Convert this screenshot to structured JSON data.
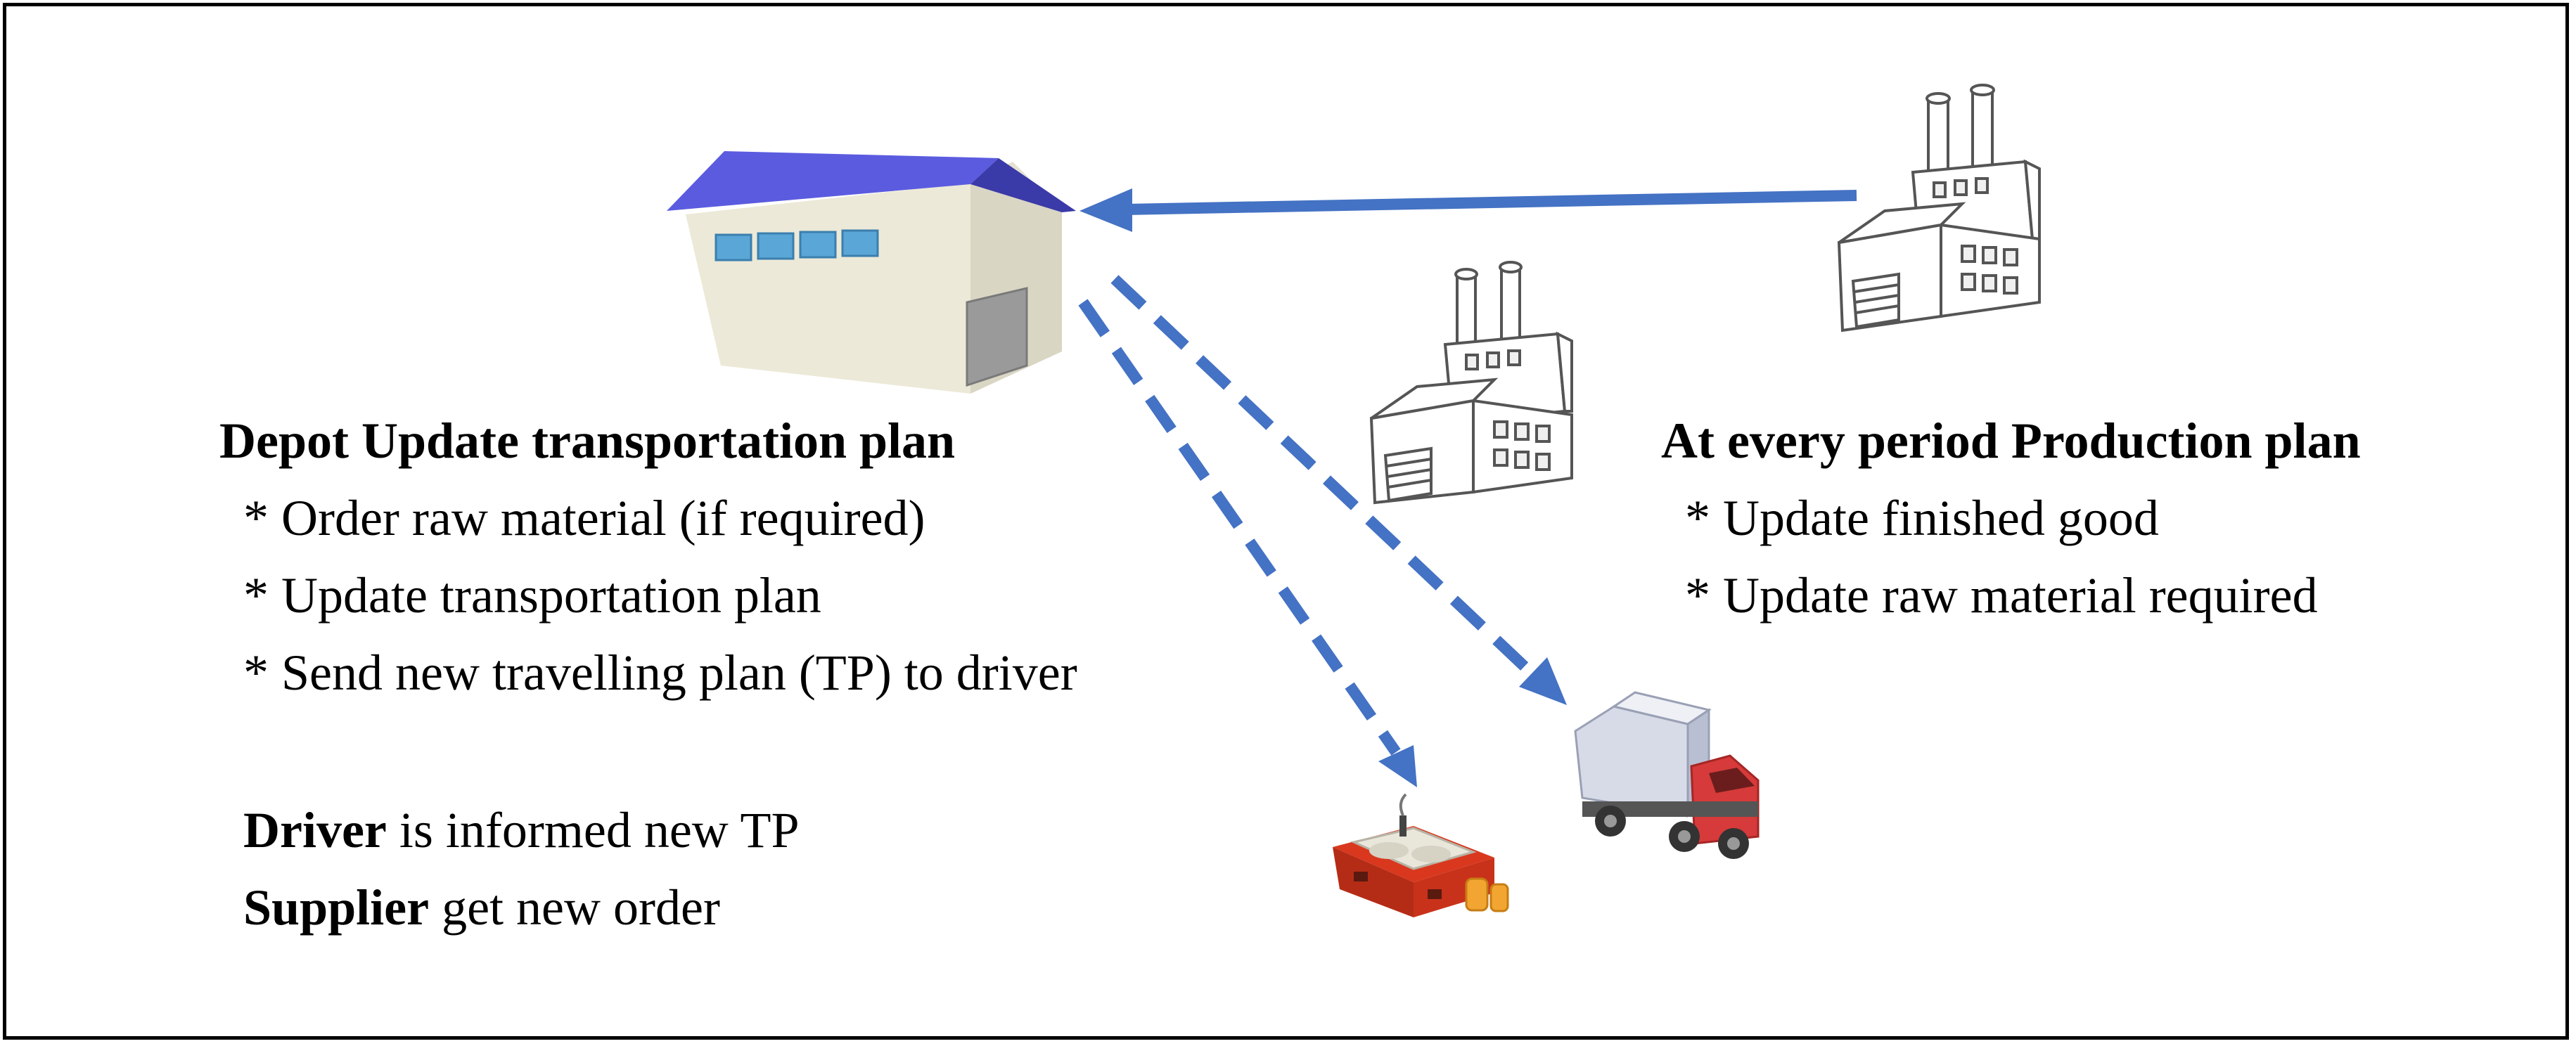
{
  "depot": {
    "title": "Depot Update transportation plan",
    "bullets": [
      "* Order raw material (if required)",
      "* Update transportation plan",
      "* Send new travelling plan (TP) to driver"
    ]
  },
  "production": {
    "title": "At every period Production plan",
    "bullets": [
      "* Update finished good",
      "* Update raw material required"
    ]
  },
  "status": {
    "driver_bold": "Driver",
    "driver_rest": " is informed new TP",
    "supplier_bold": "Supplier",
    "supplier_rest": " get new order"
  },
  "icons": {
    "warehouse": "warehouse-icon",
    "factory_large": "factory-icon",
    "factory_small": "factory-icon",
    "truck": "truck-icon",
    "supplier": "supplier-icon"
  },
  "colors": {
    "arrow": "#4472C4",
    "warehouse_roof": "#5B5BE0",
    "truck_cab": "#D63A3A",
    "supplier_red": "#D9381E"
  }
}
